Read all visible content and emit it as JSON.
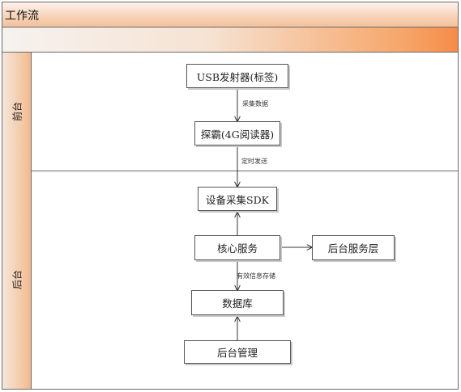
{
  "title": "工作流",
  "lanes": [
    {
      "label": "前台"
    },
    {
      "label": "后台"
    }
  ],
  "nodes": {
    "usb_emitter": "USB发射器(标签)",
    "reader": "探霸(4G阅读器)",
    "sdk": "设备采集SDK",
    "core": "核心服务",
    "backend_layer": "后台服务层",
    "database": "数据库",
    "admin": "后台管理"
  },
  "edges": {
    "collect_data": "采集数据",
    "timed_send": "定时发送",
    "store_valid": "有效信息存储"
  }
}
